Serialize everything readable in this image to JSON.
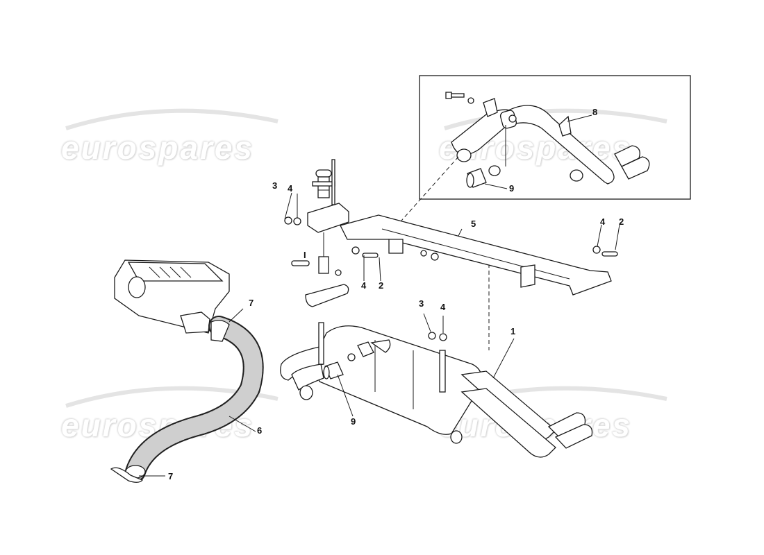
{
  "diagram": {
    "type": "exploded-parts-diagram",
    "subject": "Exhaust system / silencer with air intake hose",
    "watermark": "eurospares",
    "detail_box": {
      "callouts": [
        "8",
        "9"
      ]
    },
    "callouts": [
      {
        "id": "c1",
        "label": "1",
        "part": "silencer-assembly"
      },
      {
        "id": "c2a",
        "label": "2",
        "part": "bolt"
      },
      {
        "id": "c2b",
        "label": "2",
        "part": "bolt"
      },
      {
        "id": "c3a",
        "label": "3",
        "part": "nut"
      },
      {
        "id": "c3b",
        "label": "3",
        "part": "nut"
      },
      {
        "id": "c4a",
        "label": "4",
        "part": "washer"
      },
      {
        "id": "c4b",
        "label": "4",
        "part": "washer"
      },
      {
        "id": "c4c",
        "label": "4",
        "part": "washer"
      },
      {
        "id": "c4d",
        "label": "4",
        "part": "washer"
      },
      {
        "id": "c5",
        "label": "5",
        "part": "cross-member-bracket"
      },
      {
        "id": "c6",
        "label": "6",
        "part": "corrugated-hose"
      },
      {
        "id": "c7a",
        "label": "7",
        "part": "hose-clamp"
      },
      {
        "id": "c7b",
        "label": "7",
        "part": "hose-clamp"
      },
      {
        "id": "c8",
        "label": "8",
        "part": "tailpipe-assembly"
      },
      {
        "id": "c9a",
        "label": "9",
        "part": "sleeve"
      },
      {
        "id": "c9b",
        "label": "9",
        "part": "sleeve"
      },
      {
        "id": "cI",
        "label": "I",
        "part": "mount-bolt"
      }
    ]
  },
  "labels": {
    "l1": "1",
    "l2a": "2",
    "l2b": "2",
    "l3a": "3",
    "l3b": "3",
    "l4a": "4",
    "l4b": "4",
    "l4c": "4",
    "l4d": "4",
    "l5": "5",
    "l6": "6",
    "l7a": "7",
    "l7b": "7",
    "l8": "8",
    "l9a": "9",
    "l9b": "9",
    "lI": "I"
  },
  "watermarks": [
    "eurospares",
    "eurospares",
    "eurospares",
    "eurospares"
  ]
}
